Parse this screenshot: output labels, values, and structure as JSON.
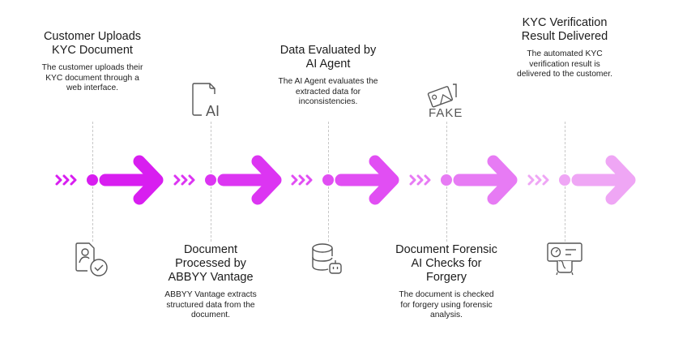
{
  "steps": [
    {
      "title": "Customer Uploads KYC Document",
      "description": "The customer uploads their KYC document through a web interface.",
      "position": "top",
      "icon": "user-document-check-icon",
      "color": "#d81ef0"
    },
    {
      "title": "Document Processed by ABBYY Vantage",
      "description": "ABBYY Vantage extracts structured data from the document.",
      "position": "bottom",
      "icon": "ai-document-icon",
      "icon_text": "AI",
      "color": "#dc35f2"
    },
    {
      "title": "Data Evaluated by AI Agent",
      "description": "The AI Agent evaluates the extracted data for inconsistencies.",
      "position": "top",
      "icon": "database-robot-icon",
      "color": "#e14ef3"
    },
    {
      "title": "Document Forensic AI Checks for Forgery",
      "description": "The document is checked for forgery using forensic analysis.",
      "position": "bottom",
      "icon": "fake-image-icon",
      "icon_text": "FAKE",
      "color": "#e77bf4"
    },
    {
      "title": "KYC Verification Result Delivered",
      "description": "The automated KYC verification result is delivered to the customer.",
      "position": "top",
      "icon": "dashboard-hand-icon",
      "color": "#efa6f5"
    }
  ]
}
